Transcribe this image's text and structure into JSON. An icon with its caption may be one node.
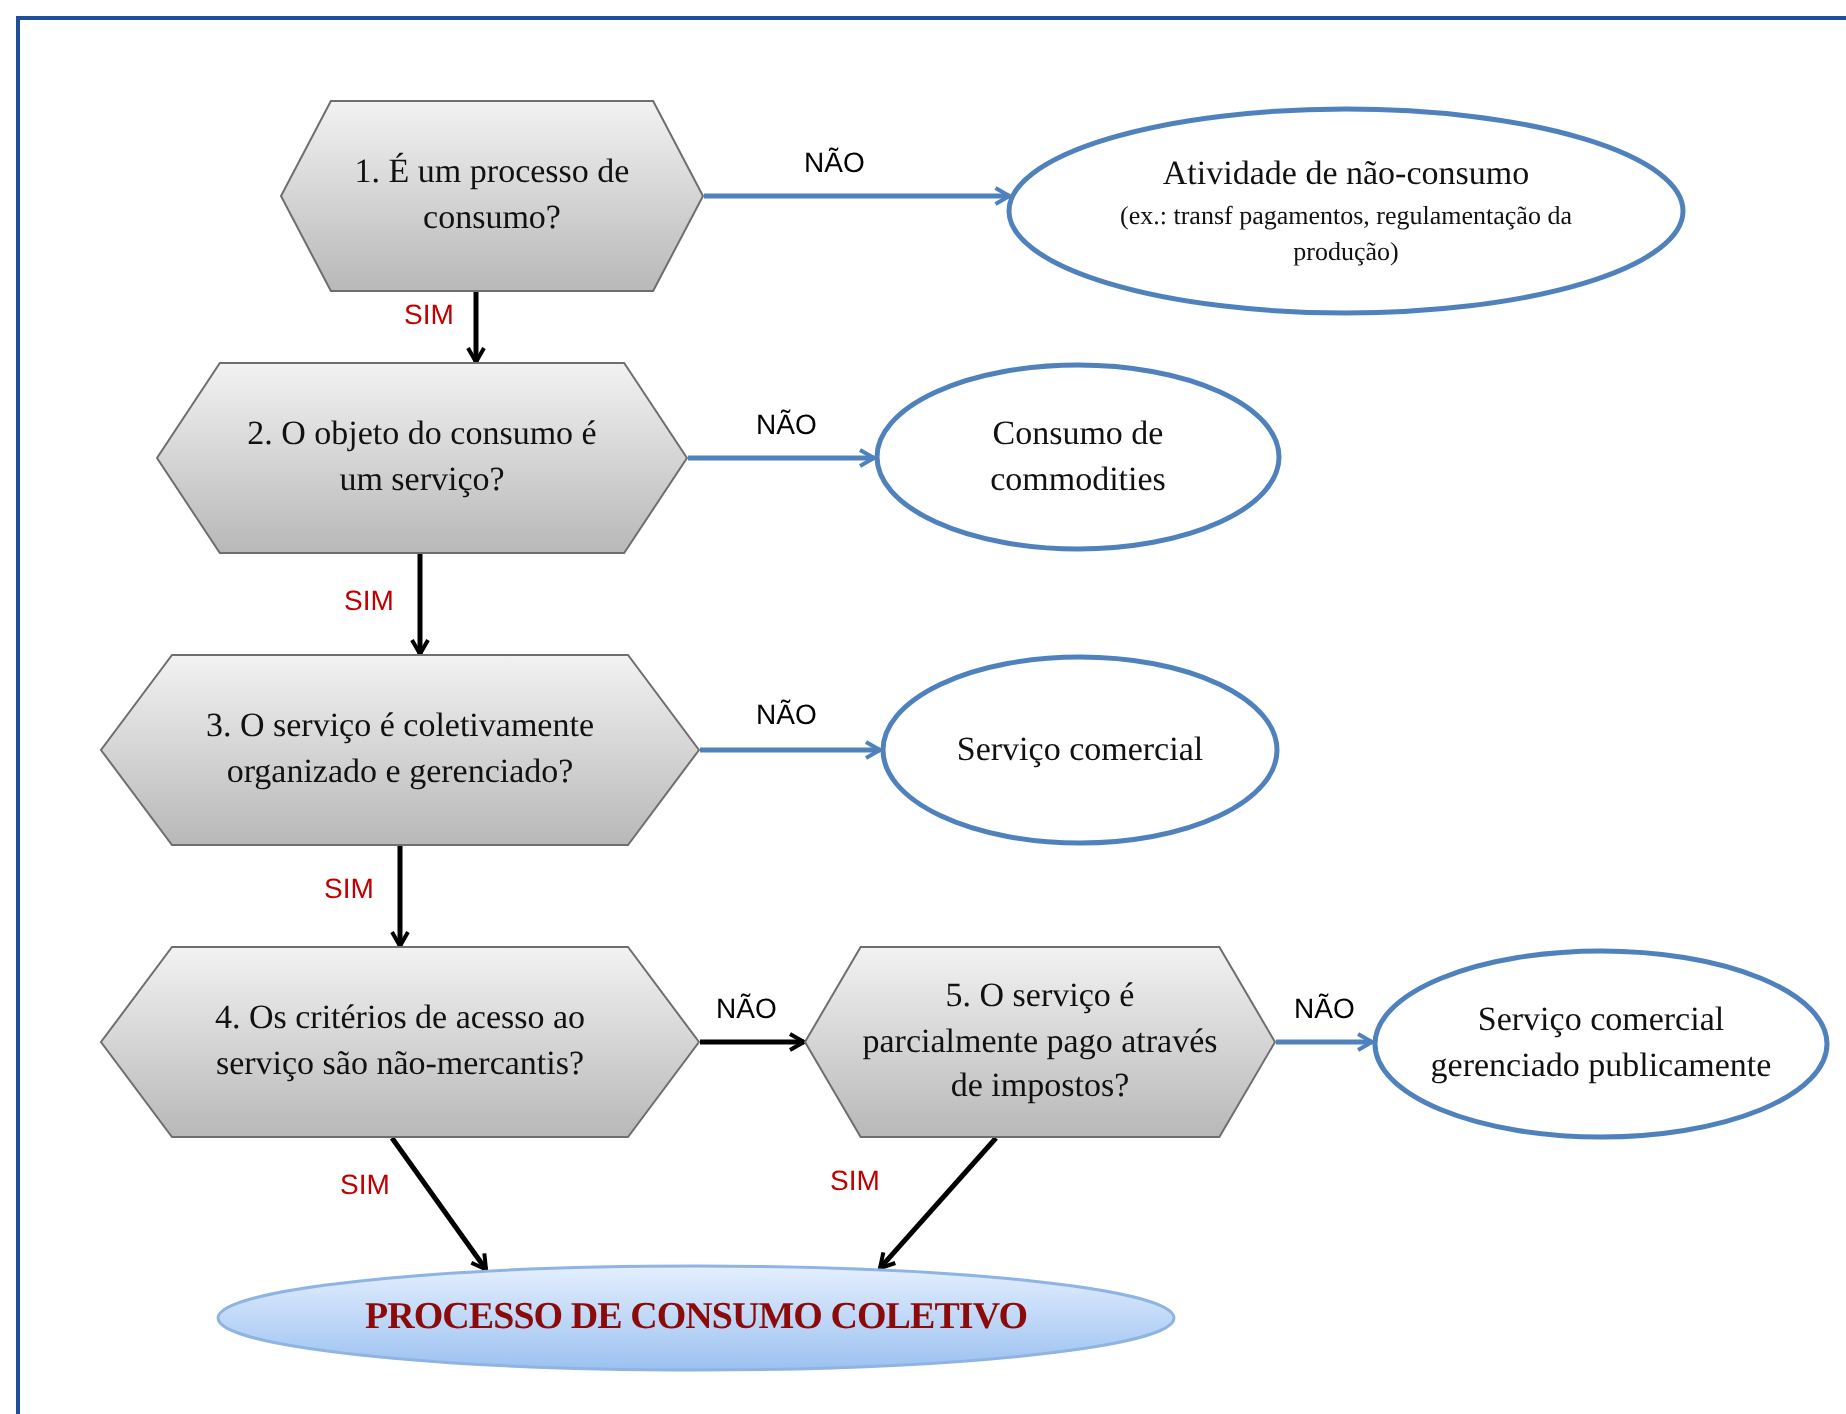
{
  "diagram": {
    "nodes": [
      {
        "text": [
          "1. É um processo de consumo?"
        ]
      },
      {
        "text": [
          "Atividade de não-consumo",
          "(ex.: transf pagamentos, regulamentação da produção)"
        ]
      },
      {
        "text": [
          "2. O objeto do consumo é um serviço?"
        ]
      },
      {
        "text": [
          "Consumo de commodities"
        ]
      },
      {
        "text": [
          "3. O serviço é coletivamente organizado e gerenciado?"
        ]
      },
      {
        "text": [
          "Serviço comercial"
        ]
      },
      {
        "text": [
          "4. Os critérios de acesso ao serviço são não-mercantis?"
        ]
      },
      {
        "text": [
          "5. O serviço é parcialmente pago através de impostos?"
        ]
      },
      {
        "text": [
          "Serviço comercial gerenciado publicamente"
        ]
      },
      {
        "text": [
          "PROCESSO DE CONSUMO COLETIVO"
        ]
      }
    ],
    "edges": [
      {
        "from": 0,
        "to": 1,
        "arrow": "to",
        "label": "NÃO",
        "color": "#4f81bd"
      },
      {
        "from": 0,
        "to": 2,
        "arrow": "to",
        "label": "SIM"
      },
      {
        "from": 2,
        "to": 3,
        "arrow": "to",
        "label": "NÃO",
        "color": "#4f81bd"
      },
      {
        "from": 2,
        "to": 4,
        "arrow": "to",
        "label": "SIM"
      },
      {
        "from": 4,
        "to": 5,
        "arrow": "to",
        "label": "NÃO",
        "color": "#4f81bd"
      },
      {
        "from": 4,
        "to": 6,
        "arrow": "to",
        "label": "SIM"
      },
      {
        "from": 6,
        "to": 7,
        "arrow": "to",
        "label": "NÃO"
      },
      {
        "from": 7,
        "to": 8,
        "arrow": "to",
        "label": "NÃO",
        "color": "#4f81bd"
      },
      {
        "from": 6,
        "to": 9,
        "arrow": "to",
        "label": "SIM"
      },
      {
        "from": 7,
        "to": 9,
        "arrow": "to",
        "label": "SIM"
      }
    ]
  }
}
